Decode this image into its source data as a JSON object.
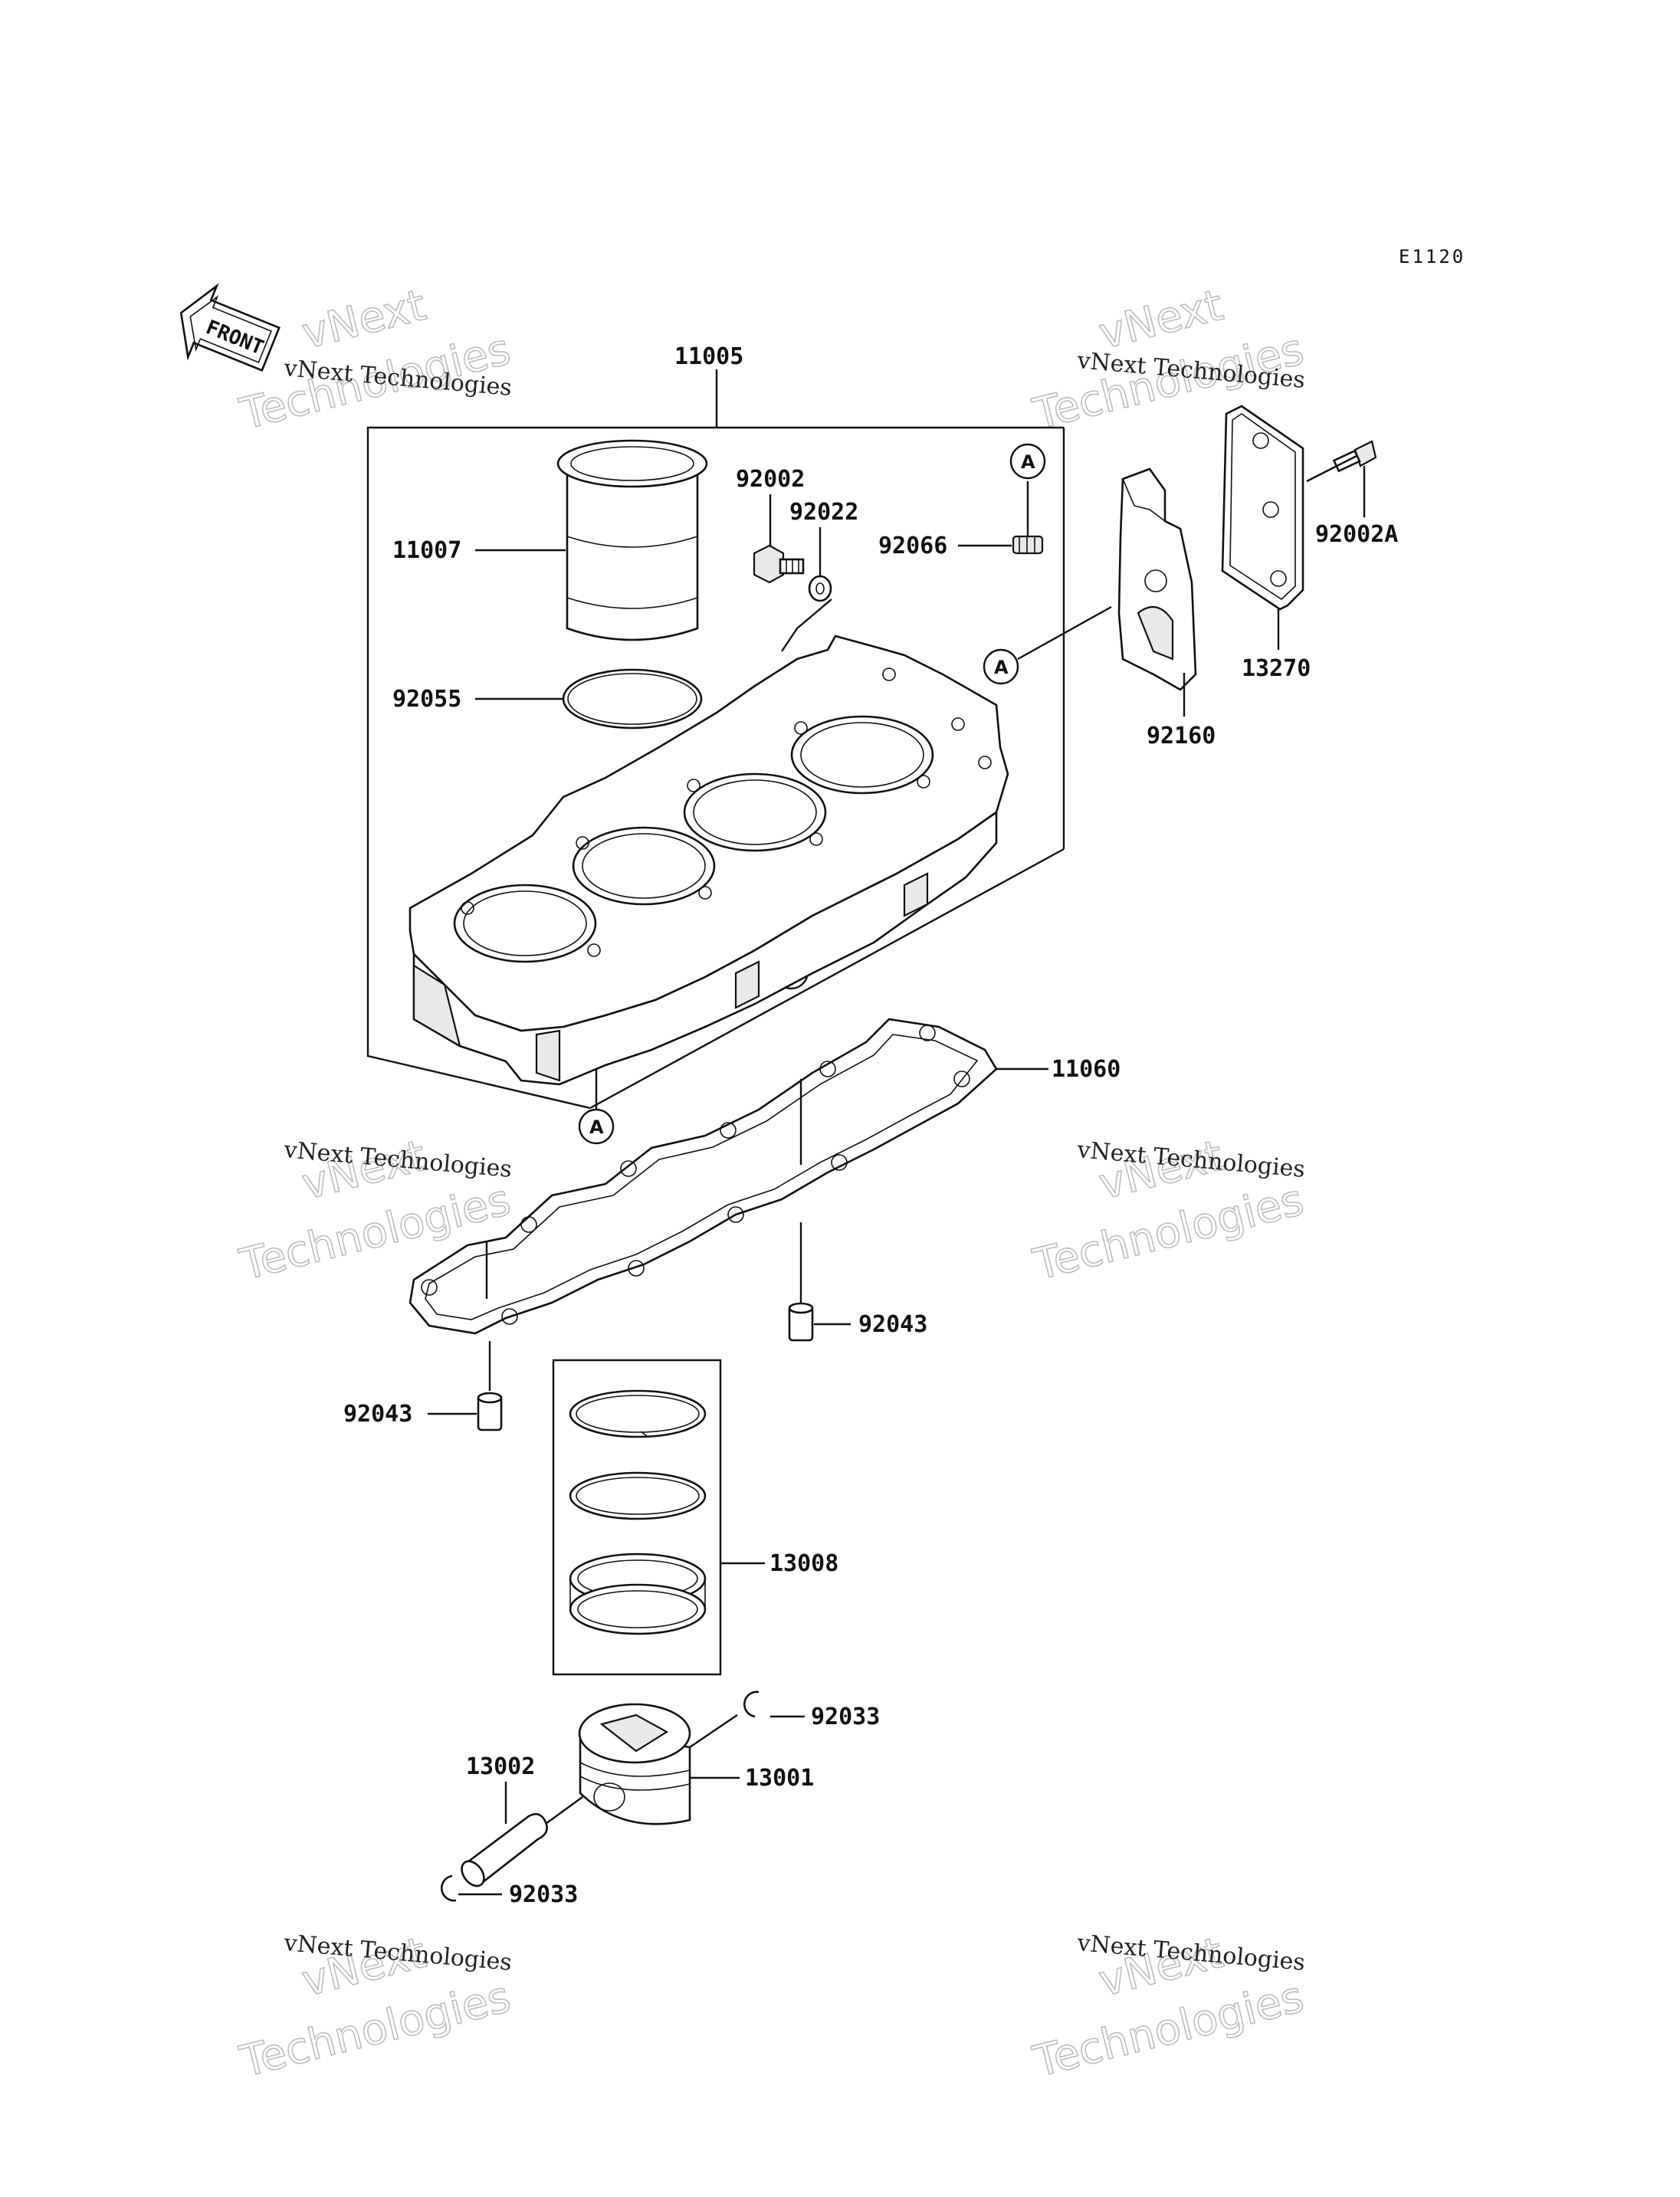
{
  "diagram_code": "E1120",
  "front_label": "FRONT",
  "ref_marker": "A",
  "watermark": {
    "line1": "vNext Technologies",
    "line2": "vNext",
    "line3": "Technologies"
  },
  "parts": {
    "p11005": "11005",
    "p11007": "11007",
    "p92002": "92002",
    "p92022": "92022",
    "p92066": "92066",
    "p92055": "92055",
    "p92002A": "92002A",
    "p13270": "13270",
    "p92160": "92160",
    "p11060": "11060",
    "p92043_right": "92043",
    "p92043_left": "92043",
    "p13008": "13008",
    "p92033_top": "92033",
    "p13001": "13001",
    "p13002": "13002",
    "p92033_bottom": "92033"
  }
}
